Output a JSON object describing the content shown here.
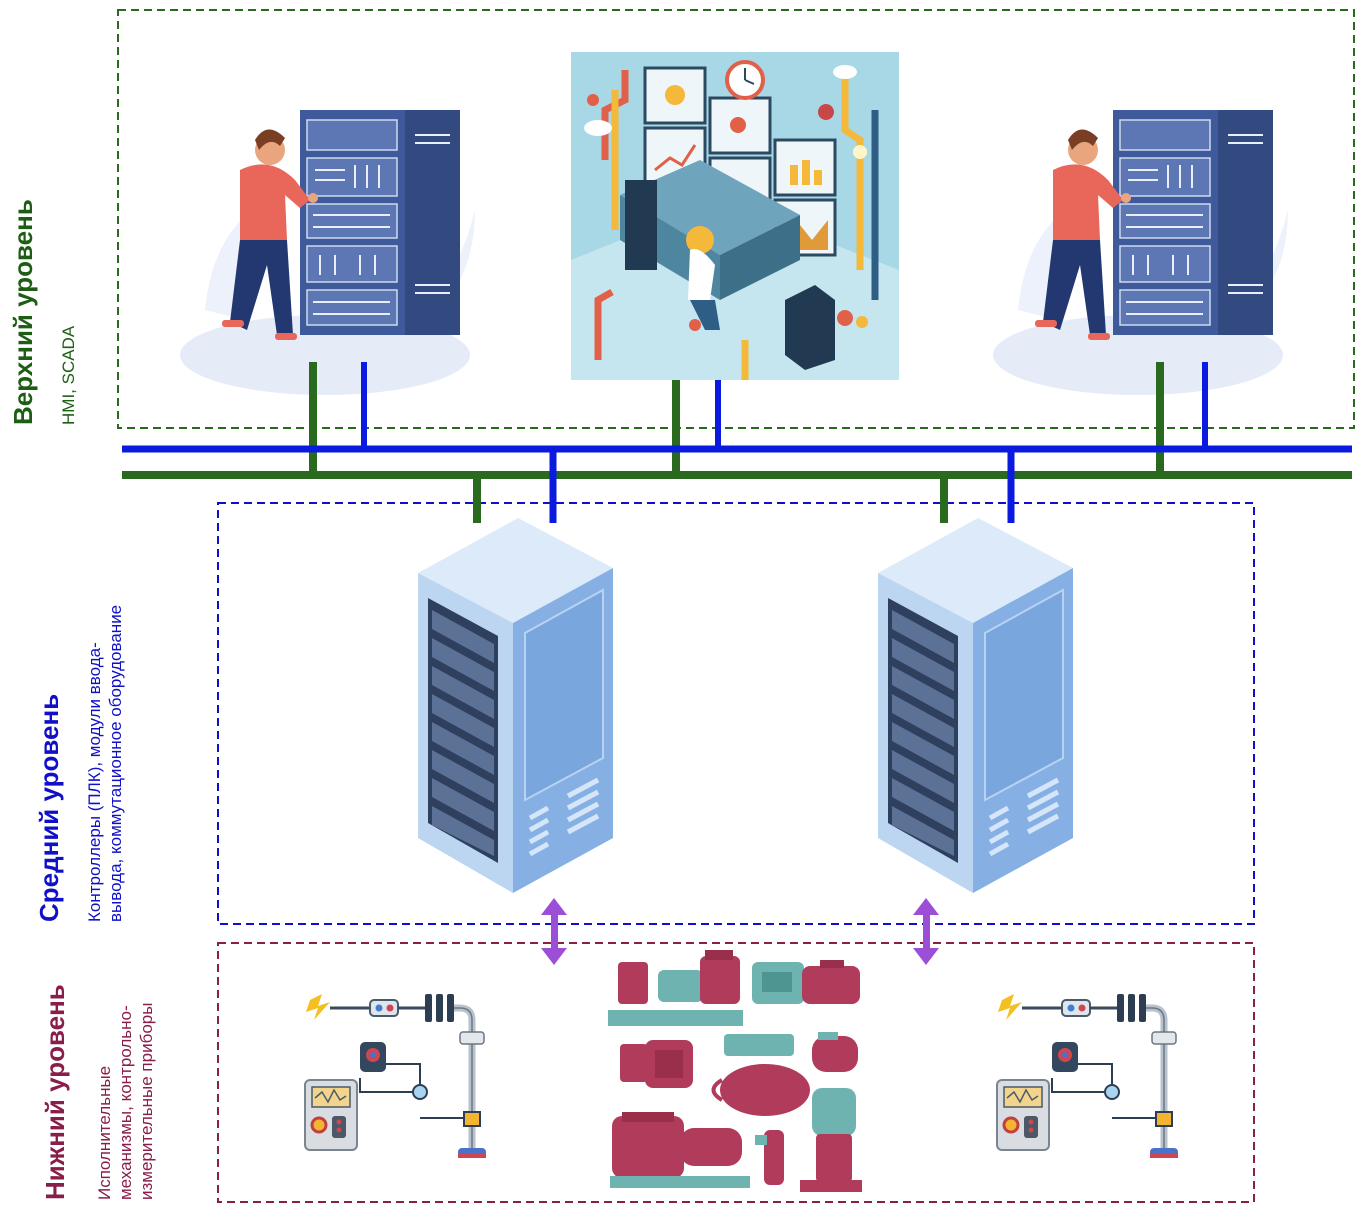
{
  "levels": {
    "upper": {
      "title": "Верхний уровень",
      "subtitle": "HMI, SCADA",
      "color": "#1e5e14"
    },
    "middle": {
      "title": "Средний  уровень",
      "subtitle_line1": "Контроллеры (ПЛК), модули ввода-",
      "subtitle_line2": "вывода, коммутационное оборудование",
      "color": "#1010c8"
    },
    "lower": {
      "title": "Нижний уровень",
      "subtitle_line1": "Исполнительные",
      "subtitle_line2": "механизмы, контрольно-",
      "subtitle_line3": "измерительные приборы",
      "color": "#8a1e4a"
    }
  },
  "colors": {
    "bus_green": "#2a6a1e",
    "bus_blue": "#0a1adf",
    "link_purple": "#9c4fd6",
    "rack_dark": "#3a5592",
    "server_light": "#cfe2f6",
    "server_front": "#8fb6e6",
    "pump_red": "#b03b5b",
    "pump_teal": "#6fb3b0"
  },
  "icons": [
    "operator-with-rack-icon",
    "control-room-icon",
    "server-cabinet-icon",
    "sensor-circuit-icon",
    "pumps-motors-icon",
    "lightning-icon"
  ]
}
